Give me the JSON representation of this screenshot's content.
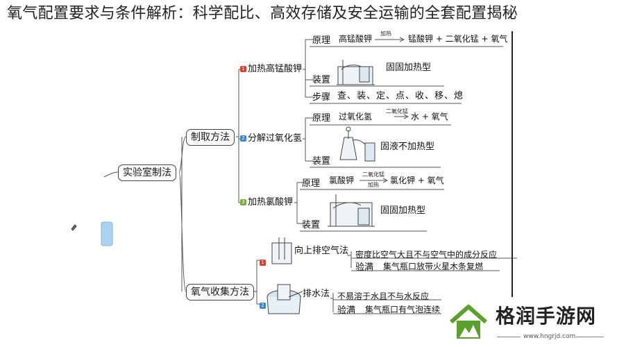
{
  "page_title": "氧气配置要求与条件解析：科学配比、高效存储及安全运输的全套配置揭秘",
  "root": "实验室制法",
  "branches": {
    "preparation": {
      "label": "制取方法",
      "methods": [
        {
          "badge": "1",
          "label": "加热高锰酸钾",
          "principle_label": "原理",
          "reactant": "高锰酸钾",
          "condition_top": "加热",
          "condition_bottom": "",
          "products": "锰酸钾 + 二氧化锰 + 氧气",
          "apparatus_label": "装置",
          "apparatus_type": "固固加热型",
          "steps_label": "步骤",
          "steps": "查、装、定、点、收、移、熄"
        },
        {
          "badge": "2",
          "label": "分解过氧化氢",
          "principle_label": "原理",
          "reactant": "过氧化氢",
          "condition_top": "二氧化锰",
          "condition_bottom": "",
          "products": "水 + 氧气",
          "apparatus_label": "装置",
          "apparatus_type": "固液不加热型"
        },
        {
          "badge": "3",
          "label": "加热氯酸钾",
          "principle_label": "原理",
          "reactant": "氯酸钾",
          "condition_top": "二氧化锰",
          "condition_bottom": "加热",
          "products": "氯化钾 + 氧气",
          "apparatus_label": "装置",
          "apparatus_type": "固固加热型"
        }
      ]
    },
    "collection": {
      "label": "氧气收集方法",
      "methods": [
        {
          "badge": "1",
          "label": "向上排空气法",
          "reason": "密度比空气大且不与空气中的成分反应",
          "check_label": "验满",
          "check": "集气瓶口放带火星木条复燃"
        },
        {
          "badge": "2",
          "label": "排水法",
          "reason": "不易溶于水且不与水反应",
          "check_label": "验满",
          "check": "集气瓶口有气泡连续"
        }
      ]
    }
  },
  "watermark": {
    "brand": "格润手游网",
    "url": "www.hngrjd.com"
  },
  "colors": {
    "badge_red": "#d9442e",
    "badge_blue": "#3a86c8",
    "badge_green": "#7aa844",
    "logo_green": "#5aa02c"
  },
  "icons": [
    "cursor-icon",
    "collapse-tab-icon",
    "house-logo-icon"
  ]
}
